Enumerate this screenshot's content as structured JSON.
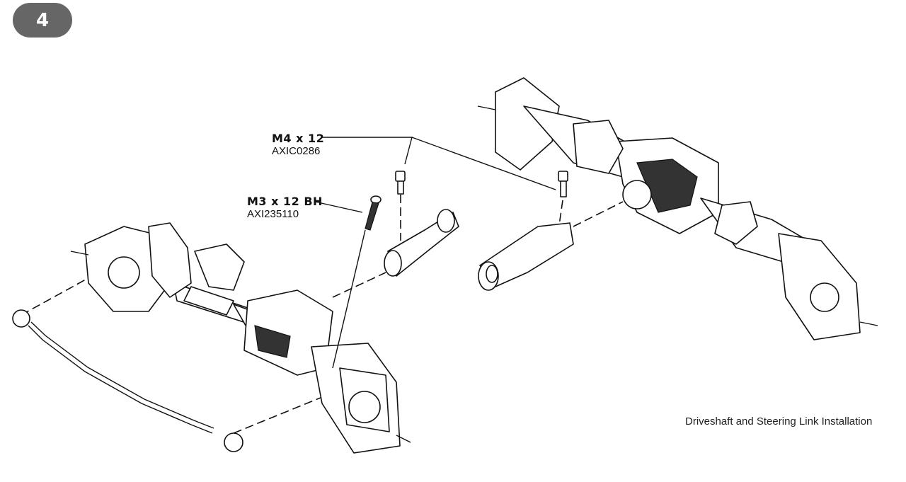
{
  "step": {
    "number": "4"
  },
  "callouts": [
    {
      "size": "M4 x 12",
      "part_number": "AXIC0286"
    },
    {
      "size": "M3 x 12 BH",
      "part_number": "AXI235110"
    }
  ],
  "caption": "Driveshaft and Steering Link Installation"
}
